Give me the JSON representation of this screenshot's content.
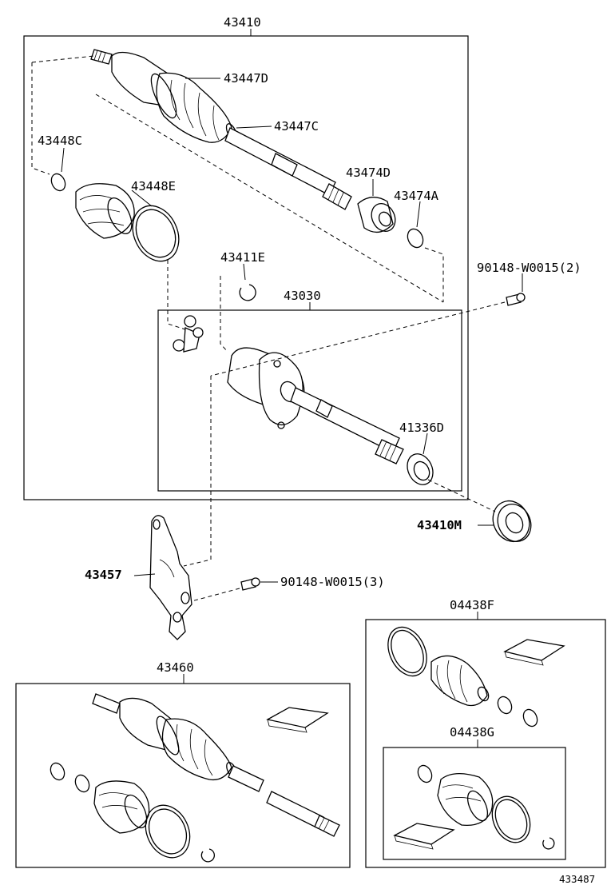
{
  "diagram": {
    "groups": {
      "main_shaft": "43410",
      "inboard_joint": "43030",
      "alt_shaft": "43460",
      "boot_kit_outboard": "04438F",
      "boot_kit_inboard": "04438G"
    },
    "parts": {
      "p43447D": "43447D",
      "p43447C": "43447C",
      "p43448C": "43448C",
      "p43448E": "43448E",
      "p43474D": "43474D",
      "p43474A": "43474A",
      "p43411E": "43411E",
      "bolt_top": "90148-W0015(2)",
      "p41336D": "41336D",
      "p43410M": "43410M",
      "p43457": "43457",
      "bolt_bottom": "90148-W0015(3)"
    },
    "drawing_number": "433487"
  }
}
